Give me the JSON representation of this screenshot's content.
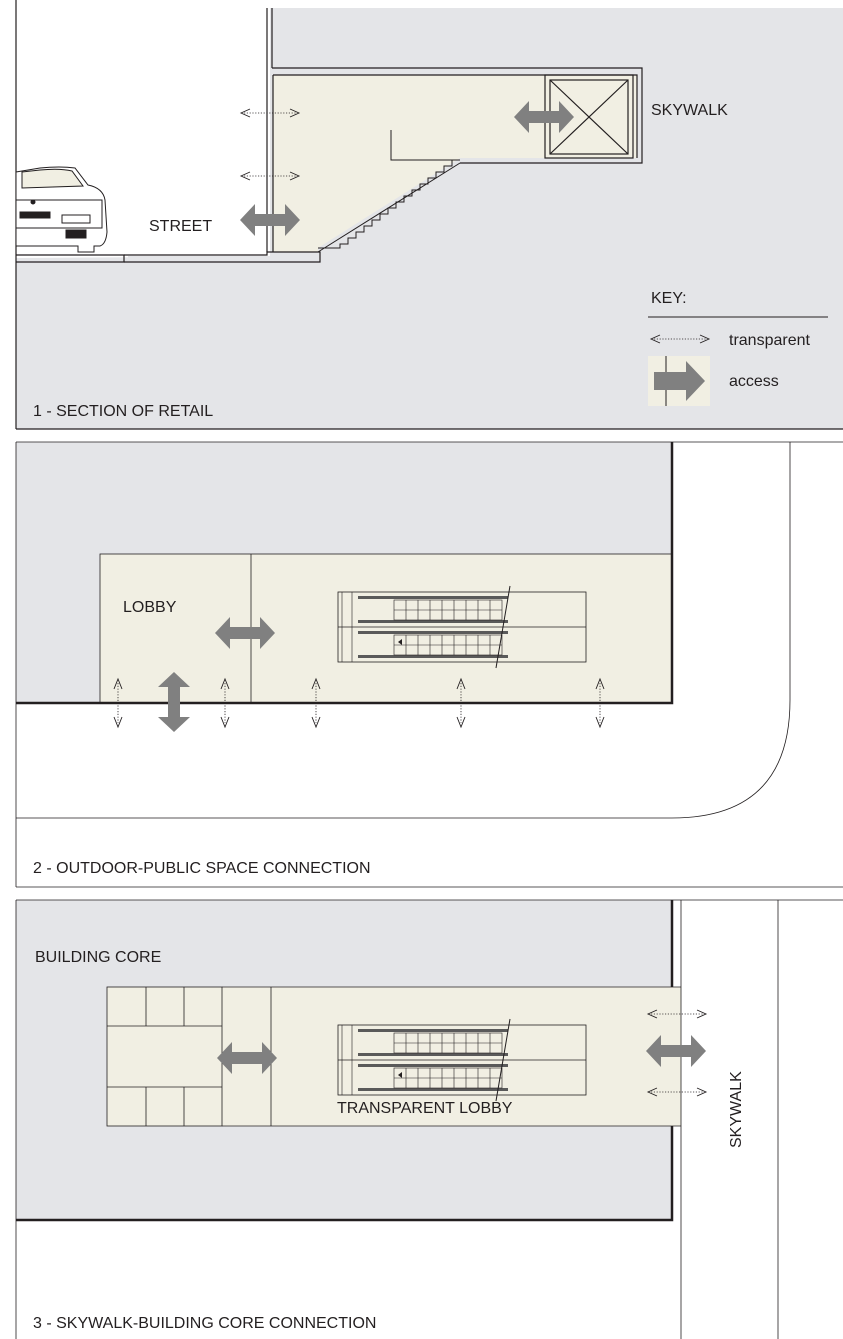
{
  "colors": {
    "building_gray": "#e4e5e8",
    "interior_cream": "#f1efe3",
    "arrow_gray": "#808080",
    "line_dark": "#231f20"
  },
  "panel1": {
    "street_label": "STREET",
    "skywalk_label": "SKYWALK",
    "caption": "1 - SECTION OF RETAIL",
    "key": {
      "title": "KEY:",
      "transparent_label": "transparent",
      "access_label": "access"
    },
    "icons": [
      "car-icon",
      "elevator-icon",
      "staircase-icon"
    ]
  },
  "panel2": {
    "lobby_label": "LOBBY",
    "caption": "2 - OUTDOOR-PUBLIC SPACE CONNECTION",
    "icons": [
      "escalator-icon"
    ]
  },
  "panel3": {
    "core_label": "BUILDING CORE",
    "lobby_label": "TRANSPARENT LOBBY",
    "skywalk_label": "SKYWALK",
    "caption": "3 - SKYWALK-BUILDING CORE CONNECTION",
    "icons": [
      "escalator-icon"
    ]
  }
}
